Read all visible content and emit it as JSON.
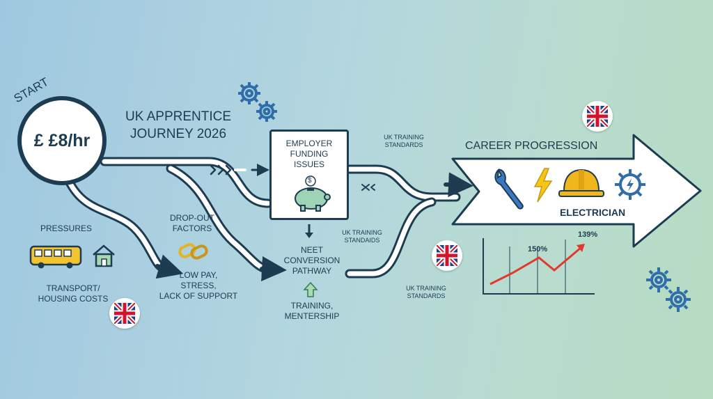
{
  "title_lines": [
    "UK APPRENTICE",
    "JOURNEY 2026"
  ],
  "start": {
    "label": "START",
    "wage": "£ £8/hr"
  },
  "pressures": {
    "heading": "PRESSURES",
    "caption_lines": [
      "TRANSPORT/",
      "HOUSING COSTS"
    ]
  },
  "dropout": {
    "heading_lines": [
      "DROP-OUT",
      "FACTORS"
    ],
    "caption_lines": [
      "LOW PAY,",
      "STRESS,",
      "LACK OF SUPPORT"
    ]
  },
  "employer": {
    "lines": [
      "EMPLOYER",
      "FUNDING",
      "ISSUES"
    ],
    "coin_symbol": "$"
  },
  "neet": {
    "lines": [
      "NEET",
      "CONVERSION",
      "PATHWAY"
    ],
    "support_lines": [
      "TRAINING,",
      "MENTERSHIP"
    ]
  },
  "standards": [
    {
      "lines": [
        "UK TRAINING",
        "STANDARDS"
      ]
    },
    {
      "lines": [
        "UK TRAINING",
        "STANDAIDS"
      ]
    },
    {
      "lines": [
        "UK TRAINING",
        "STANDARDS"
      ]
    }
  ],
  "career": {
    "heading": "CAREER PROGRESSION",
    "role": "ELECTRICIAN"
  },
  "growth": {
    "label_mid": "150%",
    "label_end": "139%"
  },
  "icons": [
    "gear-icon",
    "bus-icon",
    "house-icon",
    "chain-link-icon",
    "piggy-bank-icon",
    "wrench-icon",
    "lightning-icon",
    "hard-hat-icon",
    "electric-gear-icon",
    "uk-flag-icon",
    "line-chart-icon"
  ],
  "colors": {
    "path": "#1d3c52",
    "arrow_line": "#e03a2f",
    "bolt": "#f5c518",
    "hat": "#f2b61d",
    "piggy": "#9fd3b5",
    "gear": "#2f6ea8"
  }
}
